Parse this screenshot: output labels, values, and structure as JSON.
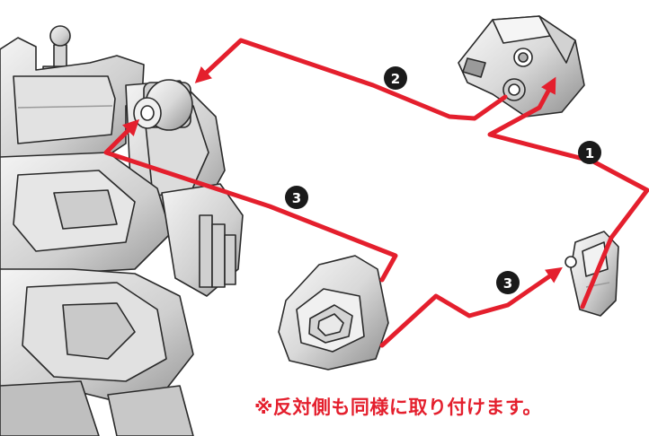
{
  "note": "※反対側も同様に取り付けます。",
  "steps": [
    {
      "label": "1"
    },
    {
      "label": "2"
    },
    {
      "label": "3"
    },
    {
      "label": "3"
    }
  ],
  "colors": {
    "arrow": "#e41f2d",
    "badge": "#1a1a1a",
    "part_light": "#eeeeee",
    "part_mid": "#c8c8c8",
    "part_dark": "#8c8c8c",
    "outline": "#2a2a2a"
  }
}
